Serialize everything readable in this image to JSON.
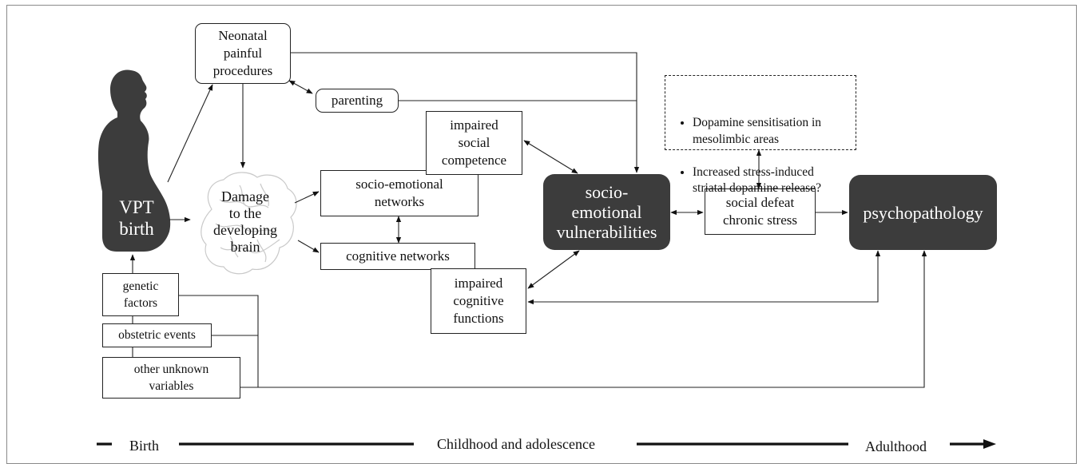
{
  "nodes": {
    "vpt_birth": "VPT\nbirth",
    "neonatal": "Neonatal\npainful\nprocedures",
    "parenting": "parenting",
    "damage": "Damage\nto the\ndeveloping\nbrain",
    "socio_networks": "socio-emotional\nnetworks",
    "cognitive_networks": "cognitive  networks",
    "impaired_social": "impaired\nsocial\ncompetence",
    "impaired_cognitive": "impaired\ncognitive\nfunctions",
    "vulnerabilities": "socio-\nemotional\nvulnerabilities",
    "social_defeat": "social defeat\nchronic stress",
    "psychopathology": "psychopathology",
    "genetic": "genetic\nfactors",
    "obstetric": "obstetric events",
    "other": "other unknown\nvariables"
  },
  "dopamine_notes": [
    "Dopamine sensitisation in mesolimbic areas",
    "Increased stress-induced striatal dopamine release?"
  ],
  "timeline": {
    "birth": "Birth",
    "childhood": "Childhood and adolescence",
    "adulthood": "Adulthood"
  },
  "icons": [
    "pregnant-woman-silhouette-icon",
    "brain-outline-icon"
  ]
}
